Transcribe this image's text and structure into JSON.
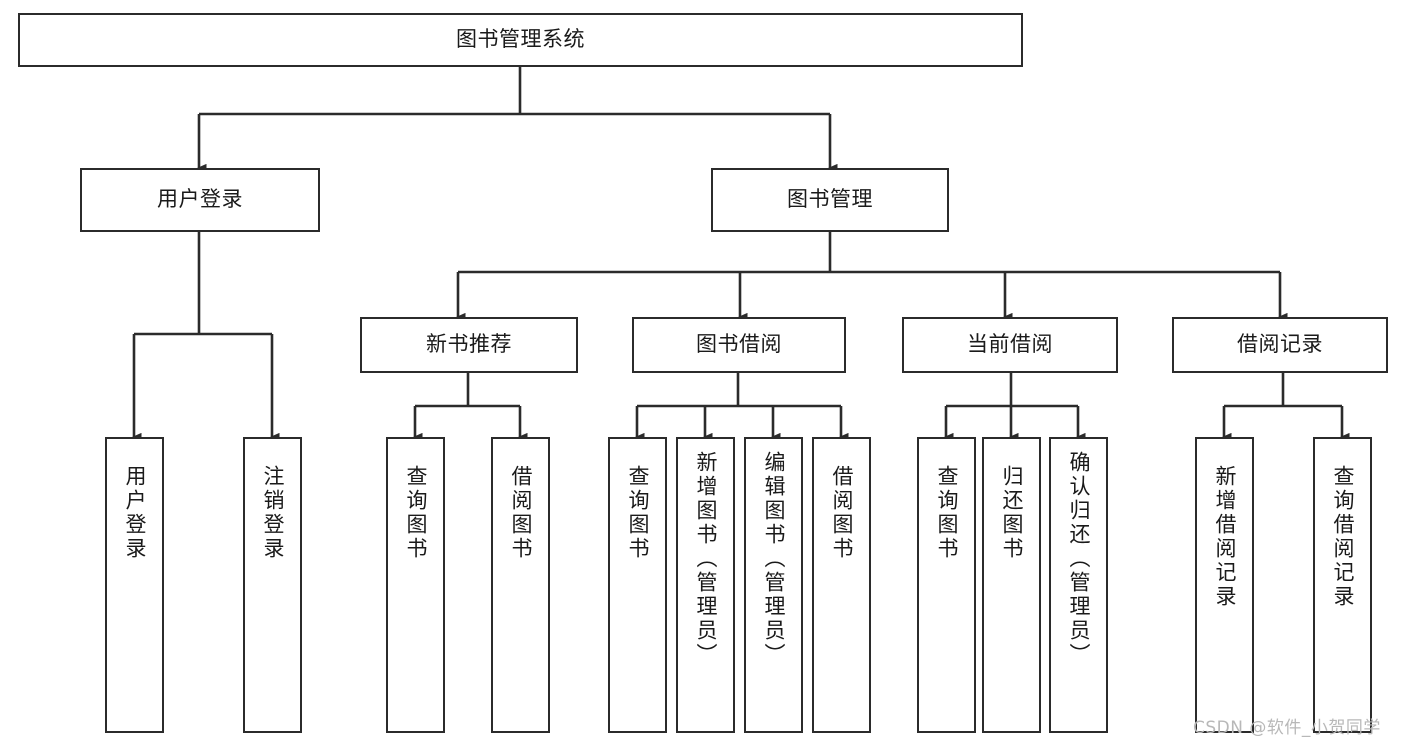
{
  "diagram": {
    "type": "tree-hierarchy",
    "title": "图书管理系统",
    "root": {
      "label": "图书管理系统"
    },
    "level1": [
      {
        "id": "user-login",
        "label": "用户登录"
      },
      {
        "id": "book-management",
        "label": "图书管理"
      }
    ],
    "level2": [
      {
        "id": "new-book-recommend",
        "label": "新书推荐",
        "parent": "book-management"
      },
      {
        "id": "book-borrow",
        "label": "图书借阅",
        "parent": "book-management"
      },
      {
        "id": "current-borrow",
        "label": "当前借阅",
        "parent": "book-management"
      },
      {
        "id": "borrow-record",
        "label": "借阅记录",
        "parent": "book-management"
      }
    ],
    "leaves": {
      "user_login": [
        {
          "id": "leaf-user-login",
          "label": "用户登录"
        },
        {
          "id": "leaf-user-logout",
          "label": "注销登录"
        }
      ],
      "new_book_recommend": [
        {
          "id": "leaf-query-book-1",
          "label": "查询图书"
        },
        {
          "id": "leaf-borrow-book-1",
          "label": "借阅图书"
        }
      ],
      "book_borrow": [
        {
          "id": "leaf-query-book-2",
          "label": "查询图书"
        },
        {
          "id": "leaf-add-book",
          "label": "新增图书（管理员）"
        },
        {
          "id": "leaf-edit-book",
          "label": "编辑图书（管理员）"
        },
        {
          "id": "leaf-borrow-book-2",
          "label": "借阅图书"
        }
      ],
      "current_borrow": [
        {
          "id": "leaf-query-book-3",
          "label": "查询图书"
        },
        {
          "id": "leaf-return-book",
          "label": "归还图书"
        },
        {
          "id": "leaf-confirm-return",
          "label": "确认归还（管理员）"
        }
      ],
      "borrow_record": [
        {
          "id": "leaf-add-record",
          "label": "新增借阅记录"
        },
        {
          "id": "leaf-query-record",
          "label": "查询借阅记录"
        }
      ]
    },
    "colors": {
      "stroke": "#2b2b2b",
      "fill": "#ffffff",
      "text": "#1a1a1a",
      "watermark": "#b8b8b8"
    }
  },
  "watermark": {
    "text": "CSDN @软件_小贺同学"
  }
}
